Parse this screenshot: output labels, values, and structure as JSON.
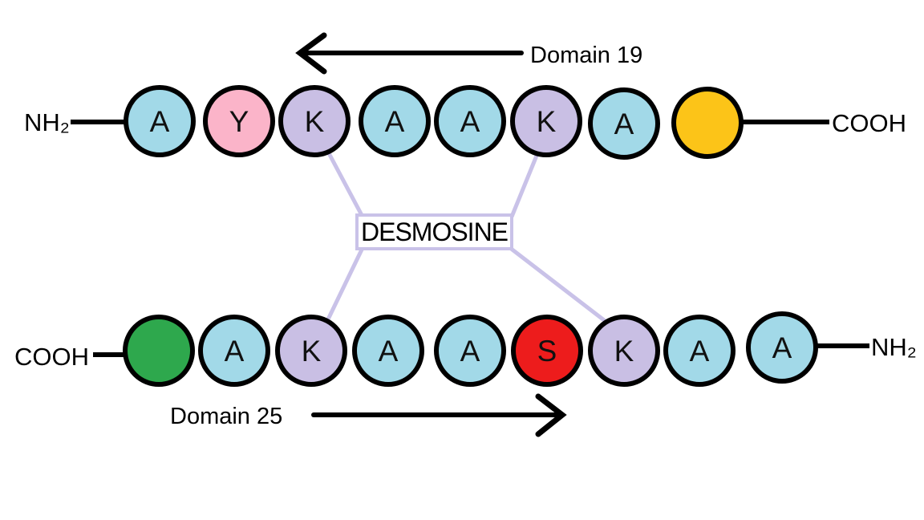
{
  "figure": {
    "description_label": "desmosine-crosslink-diagram"
  },
  "colors": {
    "crosslink_line": "#c9c2e8",
    "backbone_line": "#000000",
    "alanine_fill": "#a2d9e8",
    "tyrosine_fill": "#fbb4c9",
    "lysine_fill": "#c9bfe4",
    "top_terminal_fill": "#fcc418",
    "bottom_terminal_fill": "#2ea84d",
    "serine_fill": "#ed1c1c"
  },
  "crosslink": {
    "label": "DESMOSINE"
  },
  "top_chain": {
    "left_terminus": "NH₂",
    "right_terminus": "COOH",
    "domain_label": "Domain 19",
    "residues": [
      {
        "label": "A",
        "color": "#a2d9e8"
      },
      {
        "label": "Y",
        "color": "#fbb4c9"
      },
      {
        "label": "K",
        "color": "#c9bfe4"
      },
      {
        "label": "A",
        "color": "#a2d9e8"
      },
      {
        "label": "A",
        "color": "#a2d9e8"
      },
      {
        "label": "K",
        "color": "#c9bfe4"
      },
      {
        "label": "A",
        "color": "#a2d9e8"
      },
      {
        "label": "",
        "color": "#fcc418"
      }
    ]
  },
  "bottom_chain": {
    "left_terminus": "COOH",
    "right_terminus": "NH₂",
    "domain_label": "Domain 25",
    "residues": [
      {
        "label": "",
        "color": "#2ea84d"
      },
      {
        "label": "A",
        "color": "#a2d9e8"
      },
      {
        "label": "K",
        "color": "#c9bfe4"
      },
      {
        "label": "A",
        "color": "#a2d9e8"
      },
      {
        "label": "A",
        "color": "#a2d9e8"
      },
      {
        "label": "S",
        "color": "#ed1c1c"
      },
      {
        "label": "K",
        "color": "#c9bfe4"
      },
      {
        "label": "A",
        "color": "#a2d9e8"
      },
      {
        "label": "A",
        "color": "#a2d9e8"
      }
    ]
  }
}
